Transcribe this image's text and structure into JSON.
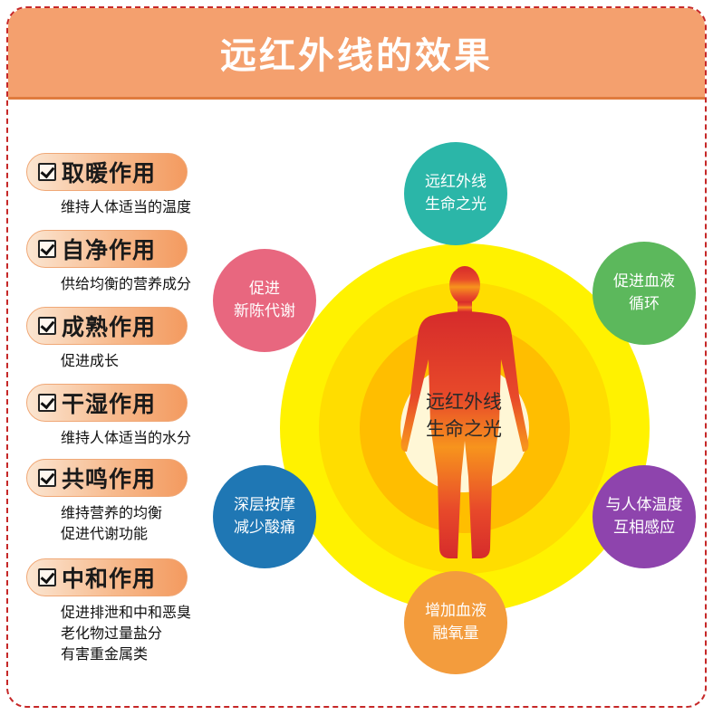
{
  "title": "远红外线的效果",
  "effects": [
    {
      "title": "取暖作用",
      "lines": [
        "维持人体适当的温度"
      ]
    },
    {
      "title": "自净作用",
      "lines": [
        "供给均衡的营养成分"
      ]
    },
    {
      "title": "成熟作用",
      "lines": [
        "促进成长"
      ]
    },
    {
      "title": "干湿作用",
      "lines": [
        "维持人体适当的水分"
      ]
    },
    {
      "title": "共鸣作用",
      "lines": [
        "维持营养的均衡",
        "促进代谢功能"
      ]
    },
    {
      "title": "中和作用",
      "lines": [
        "促进排泄和中和恶臭",
        "老化物过量盐分",
        "有害重金属类"
      ]
    }
  ],
  "center": {
    "lines": [
      "远红外线",
      "生命之光"
    ]
  },
  "circles": [
    {
      "lines": [
        "远红外线",
        "生命之光"
      ],
      "color": "#2bb6a8"
    },
    {
      "lines": [
        "促进血液",
        "循环"
      ],
      "color": "#5cb85c"
    },
    {
      "lines": [
        "与人体温度",
        "互相感应"
      ],
      "color": "#8e44ad"
    },
    {
      "lines": [
        "增加血液",
        "融氧量"
      ],
      "color": "#f39c3d"
    },
    {
      "lines": [
        "深层按摩",
        "减少酸痛"
      ],
      "color": "#1f77b4"
    },
    {
      "lines": [
        "促进",
        "新陈代谢"
      ],
      "color": "#e8677f"
    }
  ],
  "colors": {
    "header": "#f4a06e",
    "border": "#c62828",
    "figure_top": "#d62b2b",
    "figure_mid": "#f7941d"
  }
}
